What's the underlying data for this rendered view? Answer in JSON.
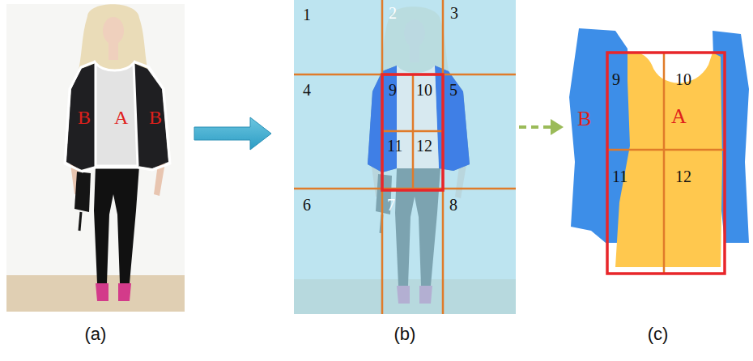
{
  "diagram": {
    "nodes": [
      {
        "text": [
          "(a)"
        ]
      },
      {
        "text": [
          "(b)"
        ]
      },
      {
        "text": [
          "(c)"
        ]
      }
    ],
    "edges": [
      {
        "from": 0,
        "to": 1,
        "arrow": "to"
      },
      {
        "from": 1,
        "to": 2,
        "arrow": "to"
      }
    ],
    "labels": [
      "B",
      "A",
      "B",
      "1",
      "2",
      "3",
      "4",
      "9",
      "10",
      "5",
      "11",
      "12",
      "6",
      "7",
      "8",
      "B",
      "A",
      "9",
      "10",
      "11",
      "12"
    ]
  }
}
